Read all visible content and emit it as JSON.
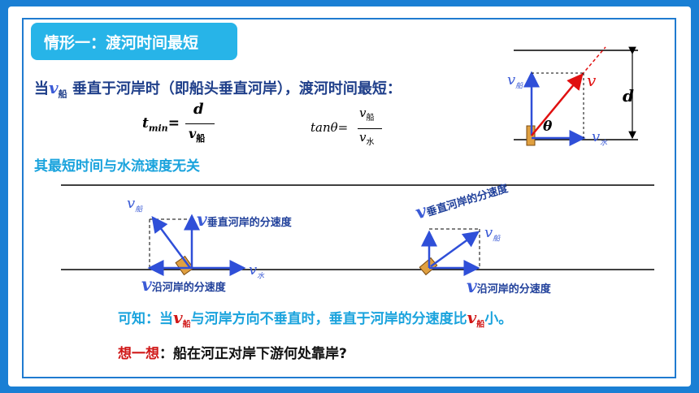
{
  "title": "情形一：渡河时间最短",
  "line1": {
    "prefix": "当",
    "v": "v",
    "sub": "船",
    "suffix": " 垂直于河岸时（即船头垂直河岸），渡河时间最短："
  },
  "formula1": {
    "lhs": "t",
    "lhs_sub": "min",
    "eq": "=",
    "num": "d",
    "den_v": "v",
    "den_sub": "船"
  },
  "formula2": {
    "lhs": "tanθ=",
    "num_v": "v",
    "num_sub": "船",
    "den_v": "v",
    "den_sub": "水"
  },
  "conclusion": "其最短时间与水流速度无关",
  "diagram_top": {
    "v_boat": "v",
    "v_boat_sub": "船",
    "v": "v",
    "d": "d",
    "theta": "θ",
    "v_water": "v",
    "v_water_sub": "水"
  },
  "diagram_left": {
    "v_boat": "v",
    "v_boat_sub": "船",
    "v_perp": "v",
    "v_perp_label": "垂直河岸的分速度",
    "v_water": "v",
    "v_water_sub": "水",
    "v_along": "v",
    "v_along_label": "沿河岸的分速度"
  },
  "diagram_right": {
    "v_perp": "v",
    "v_perp_label": "垂直河岸的分速度",
    "v_boat": "v",
    "v_boat_sub": "船",
    "v_along": "v",
    "v_along_label": "沿河岸的分速度"
  },
  "knowing": {
    "prefix": "可知：当",
    "v": "v",
    "sub": "船",
    "mid": "与河岸方向不垂直时，垂直于河岸的分速度比",
    "v2": "v",
    "sub2": "船",
    "suffix": "小。"
  },
  "think": {
    "label": "想一想",
    "text": "：船在河正对岸下游何处靠岸?"
  },
  "colors": {
    "accent": "#27b4e8",
    "frame": "#1f7bd0",
    "arrow_blue": "#2f4fd8",
    "arrow_red": "#e01010",
    "boat": "#e0a040"
  }
}
